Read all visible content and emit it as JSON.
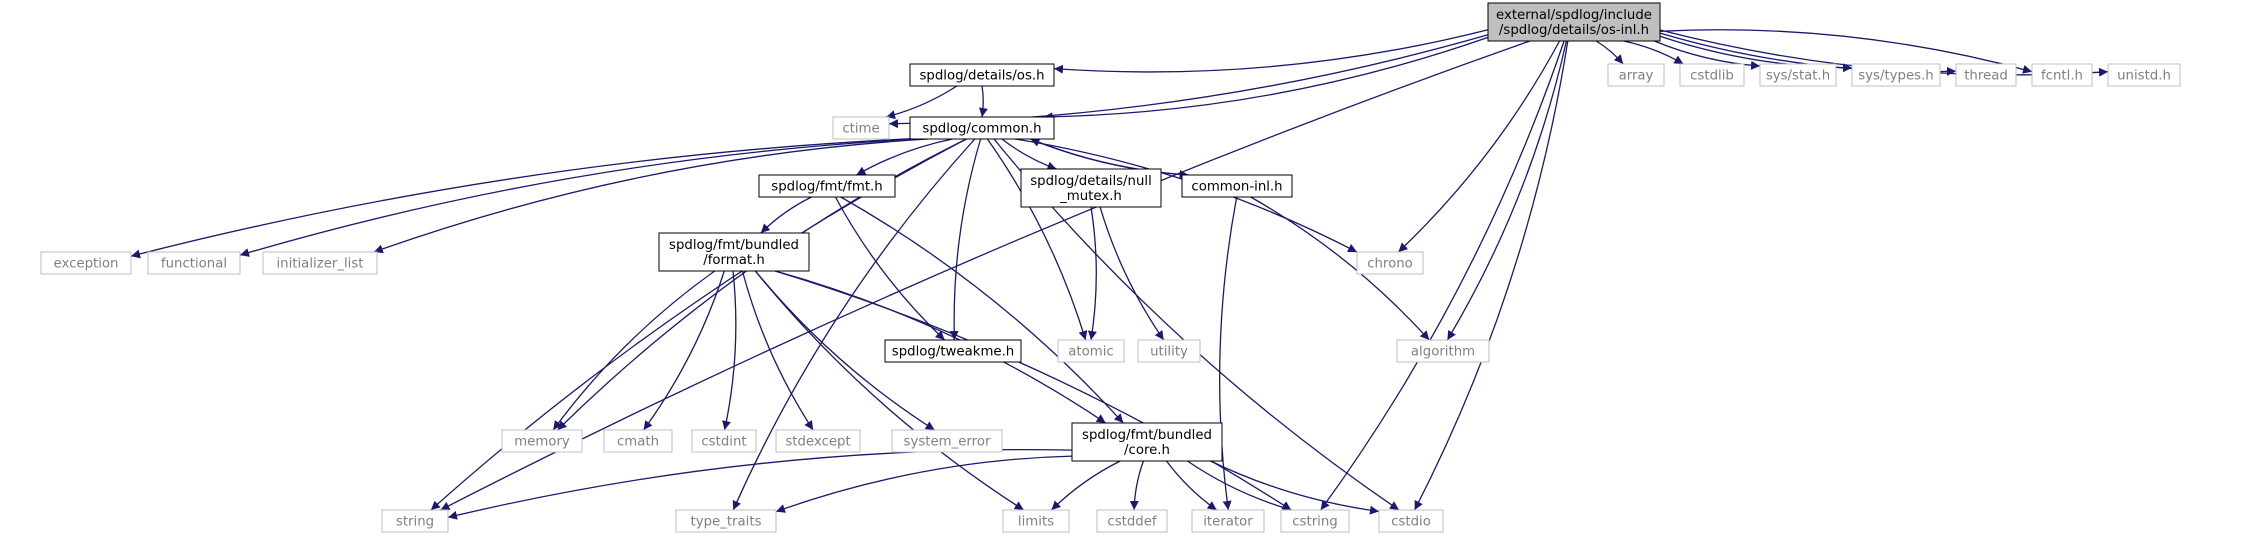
{
  "colors": {
    "edge": "#191970",
    "root_fill": "#bfbfbf",
    "local_border": "#000000",
    "external_border": "#bfbfbf",
    "external_text": "#808080",
    "background": "#ffffff"
  },
  "nodes": {
    "root": {
      "lines": [
        "external/spdlog/include",
        "/spdlog/details/os-inl.h"
      ],
      "kind": "root"
    },
    "os_h": {
      "lines": [
        "spdlog/details/os.h"
      ],
      "kind": "local"
    },
    "common_h": {
      "lines": [
        "spdlog/common.h"
      ],
      "kind": "local"
    },
    "fmt_h": {
      "lines": [
        "spdlog/fmt/fmt.h"
      ],
      "kind": "local"
    },
    "null_mutex_h": {
      "lines": [
        "spdlog/details/null",
        "_mutex.h"
      ],
      "kind": "local"
    },
    "common_inl_h": {
      "lines": [
        "common-inl.h"
      ],
      "kind": "local"
    },
    "format_h": {
      "lines": [
        "spdlog/fmt/bundled",
        "/format.h"
      ],
      "kind": "local"
    },
    "tweakme_h": {
      "lines": [
        "spdlog/tweakme.h"
      ],
      "kind": "local"
    },
    "core_h": {
      "lines": [
        "spdlog/fmt/bundled",
        "/core.h"
      ],
      "kind": "local"
    },
    "ctime": {
      "lines": [
        "ctime"
      ],
      "kind": "external"
    },
    "array": {
      "lines": [
        "array"
      ],
      "kind": "external"
    },
    "cstdlib": {
      "lines": [
        "cstdlib"
      ],
      "kind": "external"
    },
    "sys_stat_h": {
      "lines": [
        "sys/stat.h"
      ],
      "kind": "external"
    },
    "sys_types_h": {
      "lines": [
        "sys/types.h"
      ],
      "kind": "external"
    },
    "thread": {
      "lines": [
        "thread"
      ],
      "kind": "external"
    },
    "fcntl_h": {
      "lines": [
        "fcntl.h"
      ],
      "kind": "external"
    },
    "unistd_h": {
      "lines": [
        "unistd.h"
      ],
      "kind": "external"
    },
    "exception": {
      "lines": [
        "exception"
      ],
      "kind": "external"
    },
    "functional": {
      "lines": [
        "functional"
      ],
      "kind": "external"
    },
    "initializer_list": {
      "lines": [
        "initializer_list"
      ],
      "kind": "external"
    },
    "chrono": {
      "lines": [
        "chrono"
      ],
      "kind": "external"
    },
    "algorithm": {
      "lines": [
        "algorithm"
      ],
      "kind": "external"
    },
    "atomic": {
      "lines": [
        "atomic"
      ],
      "kind": "external"
    },
    "utility": {
      "lines": [
        "utility"
      ],
      "kind": "external"
    },
    "memory": {
      "lines": [
        "memory"
      ],
      "kind": "external"
    },
    "cmath": {
      "lines": [
        "cmath"
      ],
      "kind": "external"
    },
    "cstdint": {
      "lines": [
        "cstdint"
      ],
      "kind": "external"
    },
    "stdexcept": {
      "lines": [
        "stdexcept"
      ],
      "kind": "external"
    },
    "system_error": {
      "lines": [
        "system_error"
      ],
      "kind": "external"
    },
    "string": {
      "lines": [
        "string"
      ],
      "kind": "external"
    },
    "type_traits": {
      "lines": [
        "type_traits"
      ],
      "kind": "external"
    },
    "limits": {
      "lines": [
        "limits"
      ],
      "kind": "external"
    },
    "cstddef": {
      "lines": [
        "cstddef"
      ],
      "kind": "external"
    },
    "iterator": {
      "lines": [
        "iterator"
      ],
      "kind": "external"
    },
    "cstring": {
      "lines": [
        "cstring"
      ],
      "kind": "external"
    },
    "cstdio": {
      "lines": [
        "cstdio"
      ],
      "kind": "external"
    }
  },
  "edges": [
    [
      "root",
      "string"
    ],
    [
      "root",
      "os_h"
    ],
    [
      "root",
      "ctime"
    ],
    [
      "root",
      "common_h"
    ],
    [
      "root",
      "chrono"
    ],
    [
      "root",
      "algorithm"
    ],
    [
      "root",
      "cstring"
    ],
    [
      "root",
      "cstdio"
    ],
    [
      "root",
      "array"
    ],
    [
      "root",
      "cstdlib"
    ],
    [
      "root",
      "sys_stat_h"
    ],
    [
      "root",
      "sys_types_h"
    ],
    [
      "root",
      "thread"
    ],
    [
      "root",
      "fcntl_h"
    ],
    [
      "root",
      "unistd_h"
    ],
    [
      "os_h",
      "ctime"
    ],
    [
      "os_h",
      "common_h"
    ],
    [
      "common_h",
      "exception"
    ],
    [
      "common_h",
      "functional"
    ],
    [
      "common_h",
      "initializer_list"
    ],
    [
      "common_h",
      "string"
    ],
    [
      "common_h",
      "type_traits"
    ],
    [
      "common_h",
      "memory"
    ],
    [
      "common_h",
      "fmt_h"
    ],
    [
      "common_h",
      "tweakme_h"
    ],
    [
      "common_h",
      "atomic"
    ],
    [
      "common_h",
      "null_mutex_h"
    ],
    [
      "common_h",
      "common_inl_h"
    ],
    [
      "common_h",
      "chrono"
    ],
    [
      "common_h",
      "cstdio"
    ],
    [
      "common_inl_h",
      "common_h"
    ],
    [
      "common_inl_h",
      "algorithm"
    ],
    [
      "common_inl_h",
      "iterator"
    ],
    [
      "null_mutex_h",
      "atomic"
    ],
    [
      "null_mutex_h",
      "utility"
    ],
    [
      "fmt_h",
      "format_h"
    ],
    [
      "fmt_h",
      "tweakme_h"
    ],
    [
      "fmt_h",
      "core_h"
    ],
    [
      "format_h",
      "memory"
    ],
    [
      "format_h",
      "cmath"
    ],
    [
      "format_h",
      "cstdint"
    ],
    [
      "format_h",
      "stdexcept"
    ],
    [
      "format_h",
      "system_error"
    ],
    [
      "format_h",
      "limits"
    ],
    [
      "format_h",
      "core_h"
    ],
    [
      "format_h",
      "cstring"
    ],
    [
      "core_h",
      "string"
    ],
    [
      "core_h",
      "type_traits"
    ],
    [
      "core_h",
      "limits"
    ],
    [
      "core_h",
      "cstddef"
    ],
    [
      "core_h",
      "iterator"
    ],
    [
      "core_h",
      "cstring"
    ],
    [
      "core_h",
      "cstdio"
    ]
  ]
}
